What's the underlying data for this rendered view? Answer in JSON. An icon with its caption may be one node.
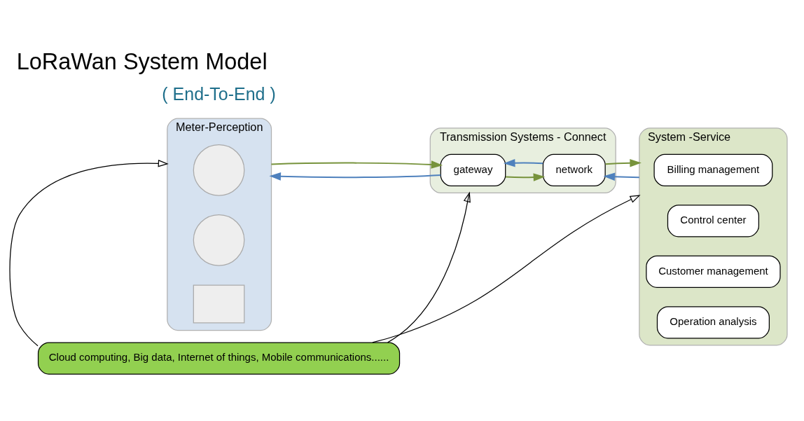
{
  "diagram": {
    "title": "LoRaWan System Model",
    "nodes": [
      {
        "text": [
          "Meter-Perception"
        ]
      },
      {
        "text": [],
        "shape": "circle",
        "in": 0
      },
      {
        "text": [],
        "shape": "circle",
        "in": 0
      },
      {
        "text": [],
        "shape": "box",
        "in": 0
      },
      {
        "text": [
          "Transmission Systems - Connect"
        ]
      },
      {
        "text": [
          "gateway"
        ],
        "in": 4
      },
      {
        "text": [
          "network"
        ],
        "in": 4
      },
      {
        "text": [
          "System -Service"
        ]
      },
      {
        "text": [
          "Billing management"
        ],
        "in": 7
      },
      {
        "text": [
          "Control center"
        ],
        "in": 7
      },
      {
        "text": [
          "Customer management"
        ],
        "in": 7
      },
      {
        "text": [
          "Operation analysis"
        ],
        "in": 7
      },
      {
        "text": [
          "Cloud computing, Big data, Internet of things, Mobile communications......"
        ]
      }
    ],
    "edges": [
      {
        "from": 0,
        "to": 5,
        "arrow": "to",
        "color": "#77933c"
      },
      {
        "from": 5,
        "to": 0,
        "arrow": "to",
        "color": "#4f81bd"
      },
      {
        "from": 5,
        "to": 6,
        "arrow": "to",
        "color": "#77933c"
      },
      {
        "from": 6,
        "to": 5,
        "arrow": "to",
        "color": "#4f81bd"
      },
      {
        "from": 6,
        "to": 7,
        "arrow": "to",
        "color": "#77933c"
      },
      {
        "from": 7,
        "to": 6,
        "arrow": "to",
        "color": "#4f81bd"
      },
      {
        "from": 12,
        "to": 0,
        "arrow": "to",
        "color": "#000000"
      },
      {
        "from": 12,
        "to": 4,
        "arrow": "to",
        "color": "#000000"
      },
      {
        "from": 12,
        "to": 7,
        "arrow": "to",
        "color": "#000000"
      }
    ],
    "labels": [
      "( End-To-End )"
    ]
  }
}
